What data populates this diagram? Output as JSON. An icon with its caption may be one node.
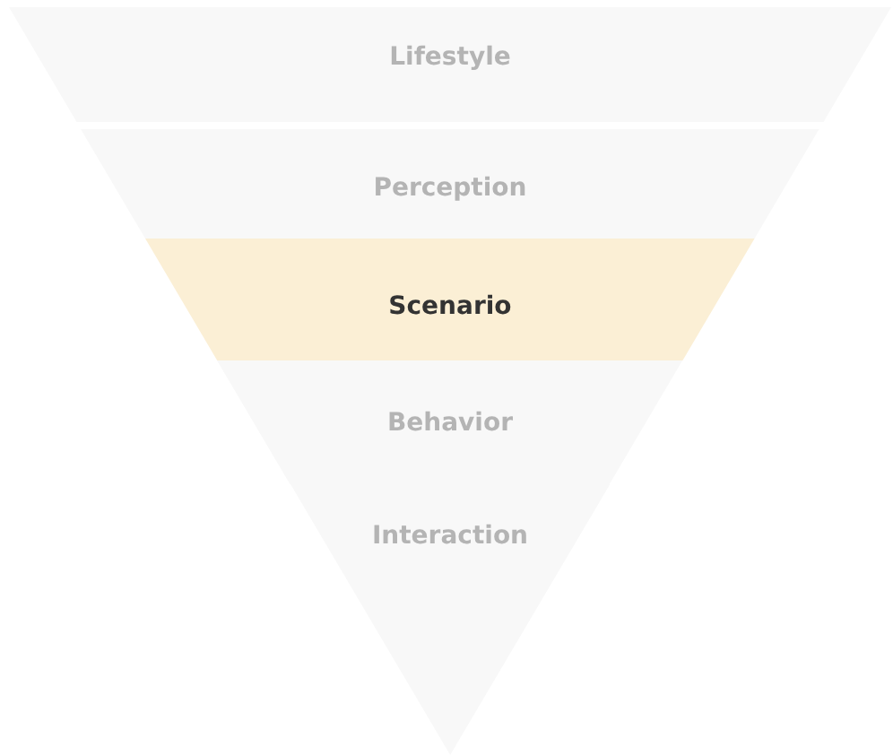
{
  "diagram": {
    "nodes": [
      {
        "text": [
          "Lifestyle"
        ]
      },
      {
        "text": [
          "Perception"
        ]
      },
      {
        "text": [
          "Scenario"
        ]
      },
      {
        "text": [
          "Behavior"
        ]
      },
      {
        "text": [
          "Interaction"
        ]
      }
    ]
  }
}
